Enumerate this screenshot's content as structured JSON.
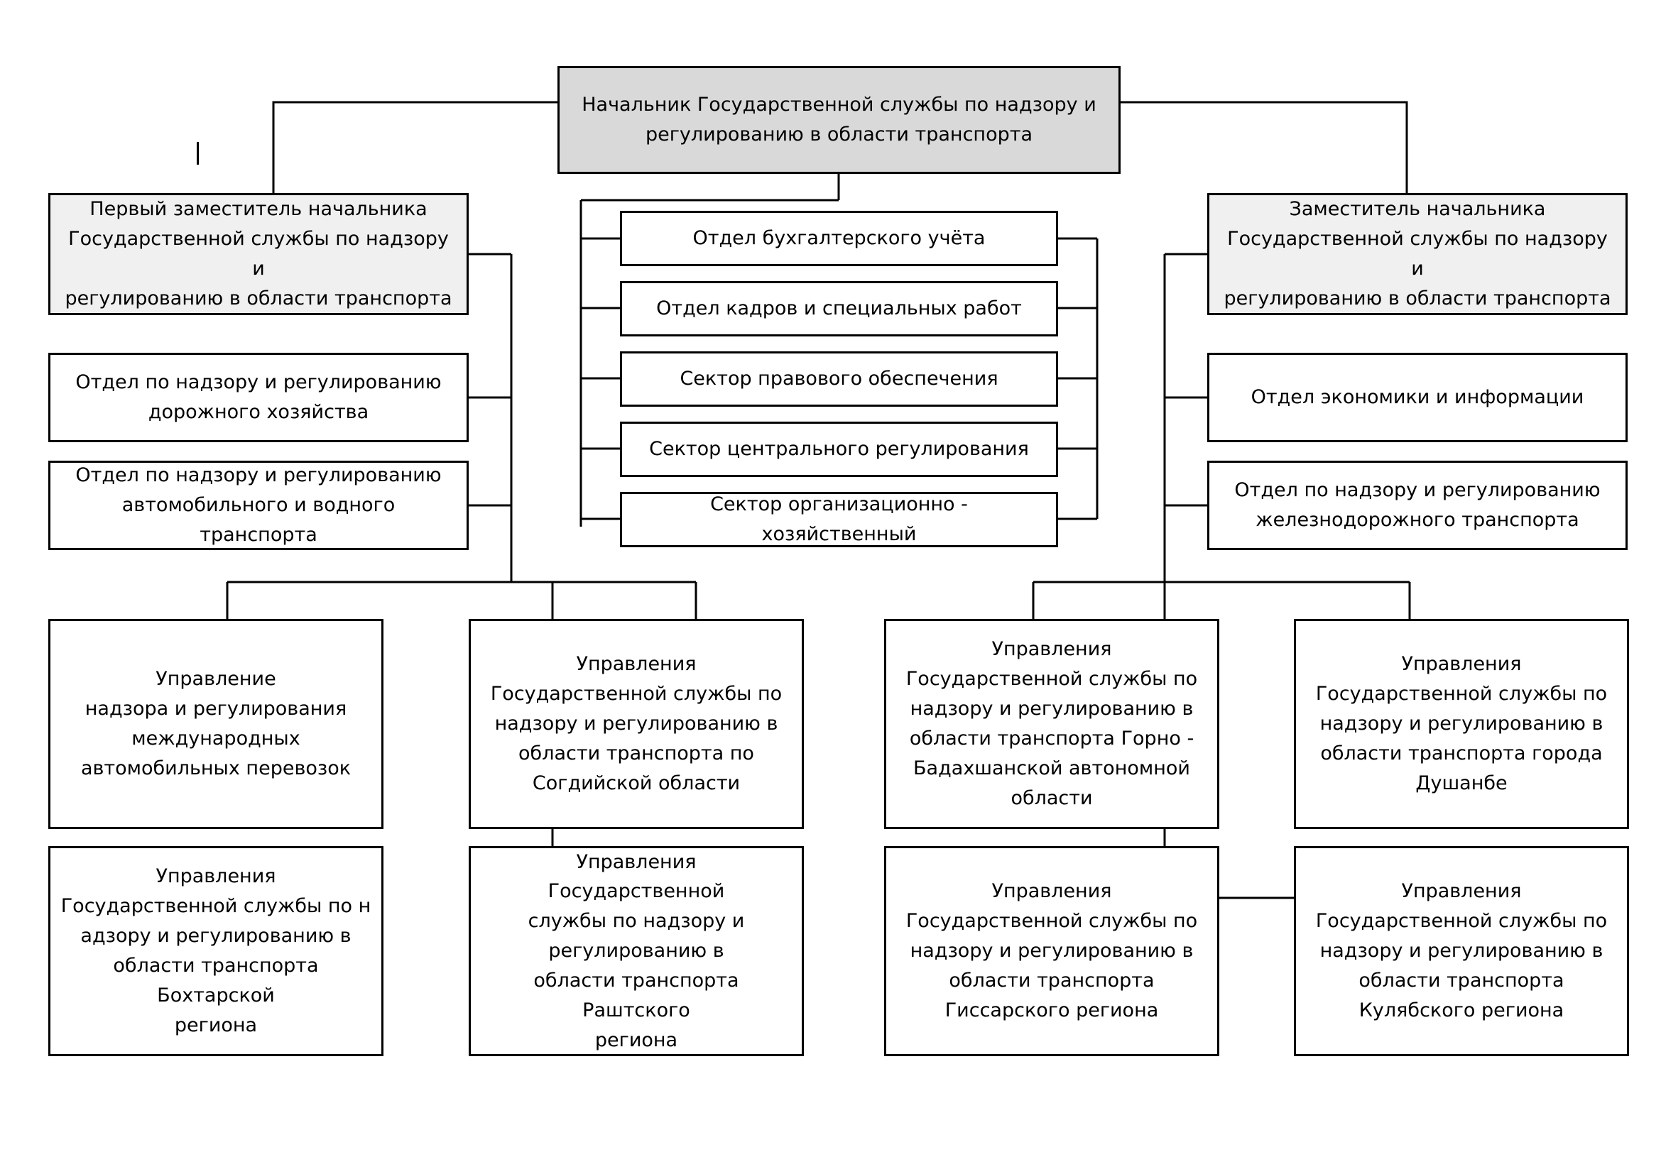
{
  "chart_data": {
    "type": "diagram",
    "title": "Организационная структура Государственной службы по надзору и регулированию в области транспорта",
    "orientation": "top-down org chart",
    "node_count": 20
  },
  "root": {
    "label": "Начальник Государственной службы по надзору и\nрегулированию в области транспорта"
  },
  "deputies": {
    "first": {
      "label": "Первый заместитель начальника\nГосударственной службы по надзору и\nрегулированию в области транспорта"
    },
    "second": {
      "label": "Заместитель начальника\nГосударственной службы по надзору и\nрегулированию в области транспорта"
    }
  },
  "center_departments": [
    {
      "label": "Отдел бухгалтерского учёта"
    },
    {
      "label": "Отдел кадров и специальных работ"
    },
    {
      "label": "Сектор правового обеспечения"
    },
    {
      "label": "Сектор центрального регулирования"
    },
    {
      "label": "Сектор организационно - хозяйственный"
    }
  ],
  "left_departments": [
    {
      "label": "Отдел по надзору и регулированию\nдорожного хозяйства"
    },
    {
      "label": "Отдел по надзору и регулированию\nавтомобильного и водного транспорта"
    }
  ],
  "right_departments": [
    {
      "label": "Отдел экономики и информации"
    },
    {
      "label": "Отдел по надзору и регулированию\nжелезнодорожного транспорта"
    }
  ],
  "regional_units_row1": [
    {
      "label": "Управление\nнадзора и регулирования\nмеждународных\nавтомобильных  перевозок"
    },
    {
      "label": "Управления\nГосударственной службы по\nнадзору и регулированию в\nобласти транспорта по\nСогдийской области"
    },
    {
      "label": "Управления\nГосударственной службы по\nнадзору и регулированию в\nобласти транспорта Горно -\nБадахшанской автономной\nобласти"
    },
    {
      "label": "Управления\nГосударственной  службы  по\nнадзору и регулированию в\nобласти транспорта города\nДушанбе"
    }
  ],
  "regional_units_row2": [
    {
      "label": "Управления\nГосударственной  службы  по  н\nадзору и регулированию в\nобласти транспорта Бохтарской\nрегиона"
    },
    {
      "label": "Управления\nГосударственной\nслужбы  по  надзору и\nрегулированию в\nобласти транспорта Раштского\nрегиона"
    },
    {
      "label": "Управления\nГосударственной  службы  по\nнадзору и регулированию в\nобласти транспорта\nГиссарского региона"
    },
    {
      "label": "Управления\nГосударственной  службы  по\nнадзору и регулированию в\nобласти транспорта\nКулябского региона"
    }
  ],
  "colors": {
    "stroke": "#000000",
    "root_fill": "#d9d9d9",
    "deputy_fill": "#f0f0f0",
    "node_fill": "#ffffff",
    "page_background": "#ffffff"
  }
}
